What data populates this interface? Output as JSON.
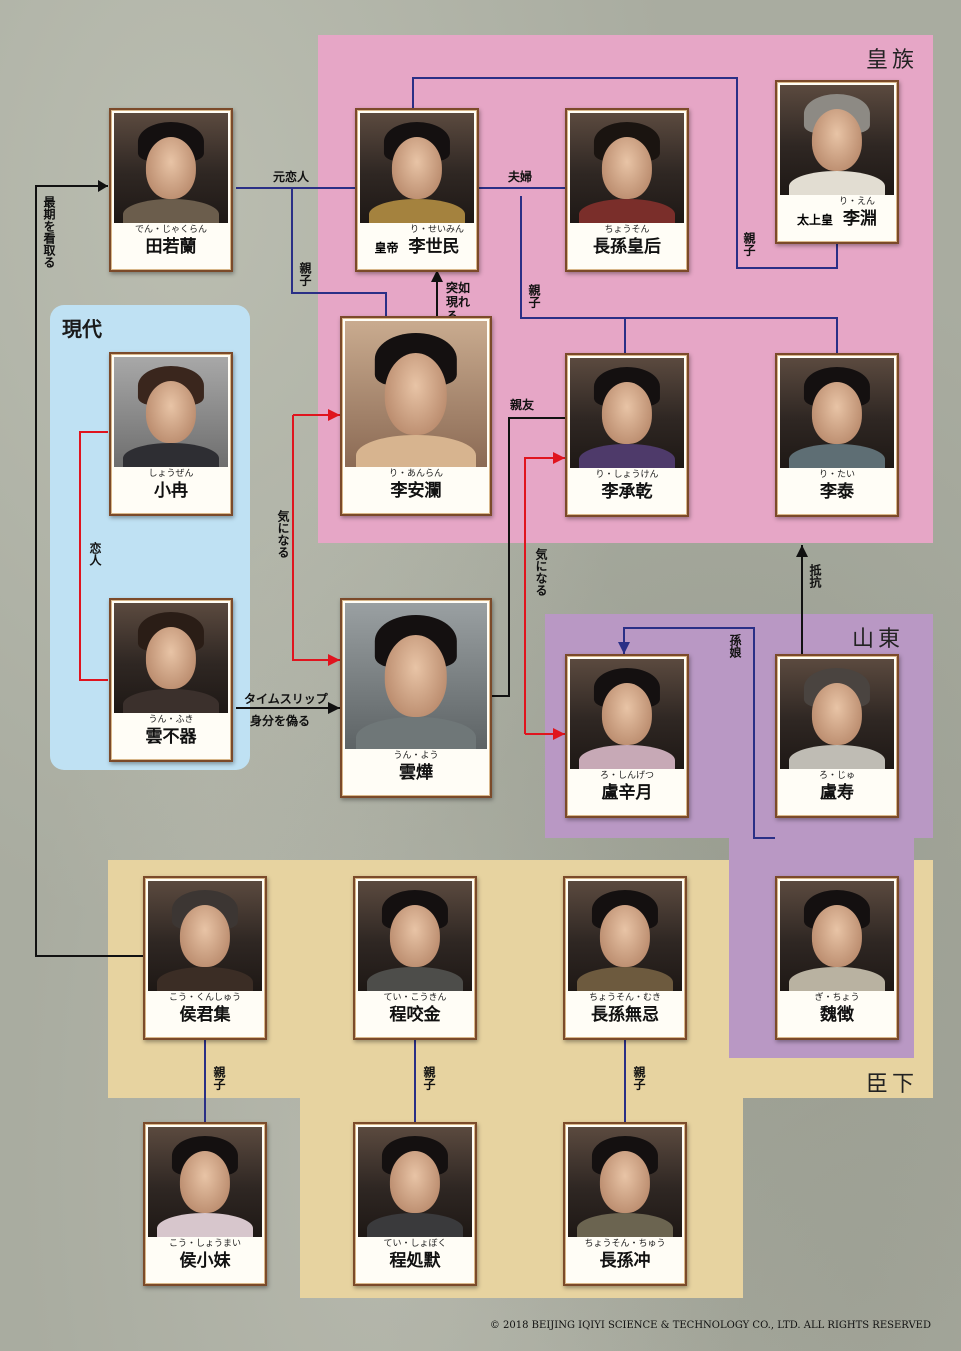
{
  "regions": {
    "royal": {
      "label": "皇族",
      "color": "#e6a6c6"
    },
    "shandong": {
      "label": "山東",
      "color": "#b998c4"
    },
    "retainers": {
      "label": "臣下",
      "color": "#e7d3a0"
    },
    "modern": {
      "label": "現代",
      "color": "#bfe1f3"
    }
  },
  "characters": {
    "tian": {
      "ruby": "でん・じゃくらん",
      "name": "田若蘭"
    },
    "lishimin": {
      "title": "皇帝",
      "ruby": "り・せいみん",
      "name": "李世民"
    },
    "zhangsun_empress": {
      "ruby": "ちょうそん",
      "name": "長孫皇后"
    },
    "liyuan": {
      "title": "太上皇",
      "ruby": "り・えん",
      "name": "李淵"
    },
    "xiaoran": {
      "ruby": "しょうぜん",
      "name": "小冉"
    },
    "yunbuqi": {
      "ruby": "うん・ふき",
      "name": "雲不器"
    },
    "lianlan": {
      "ruby": "り・あんらん",
      "name": "李安瀾"
    },
    "lichengqian": {
      "ruby": "り・しょうけん",
      "name": "李承乾"
    },
    "litai": {
      "ruby": "り・たい",
      "name": "李泰"
    },
    "yunye": {
      "ruby": "うん・よう",
      "name": "雲燁"
    },
    "luxinyue": {
      "ruby": "ろ・しんげつ",
      "name": "盧辛月"
    },
    "lushou": {
      "ruby": "ろ・じゅ",
      "name": "盧寿"
    },
    "houjunji": {
      "ruby": "こう・くんしゅう",
      "name": "侯君集"
    },
    "chengyaojin": {
      "ruby": "てい・こうきん",
      "name": "程咬金"
    },
    "zhangsunwuji": {
      "ruby": "ちょうそん・むき",
      "name": "長孫無忌"
    },
    "weizheng": {
      "ruby": "ぎ・ちょう",
      "name": "魏徴"
    },
    "houxiaomei": {
      "ruby": "こう・しょうまい",
      "name": "侯小妹"
    },
    "chengchumo": {
      "ruby": "てい・しょぼく",
      "name": "程処默"
    },
    "zhangsunchong": {
      "ruby": "ちょうそん・ちゅう",
      "name": "長孫冲"
    }
  },
  "relations": {
    "ex_lover": "元恋人",
    "spouse": "夫婦",
    "parent_child": "親子",
    "last_moments": "最期を看取る",
    "sudden_appear": "突如現れる",
    "close_friend": "親友",
    "interested": "気になる",
    "lovers": "恋人",
    "time_slip": "タイムスリップ",
    "disguise": "身分を偽る",
    "resist": "抵抗",
    "granddaughter": "孫娘"
  },
  "colors": {
    "blue_line": "#2a2f86",
    "red_line": "#e0141e",
    "black_line": "#111111"
  },
  "copyright": "© 2018 BEIJING IQIYI SCIENCE & TECHNOLOGY CO., LTD. ALL RIGHTS RESERVED"
}
